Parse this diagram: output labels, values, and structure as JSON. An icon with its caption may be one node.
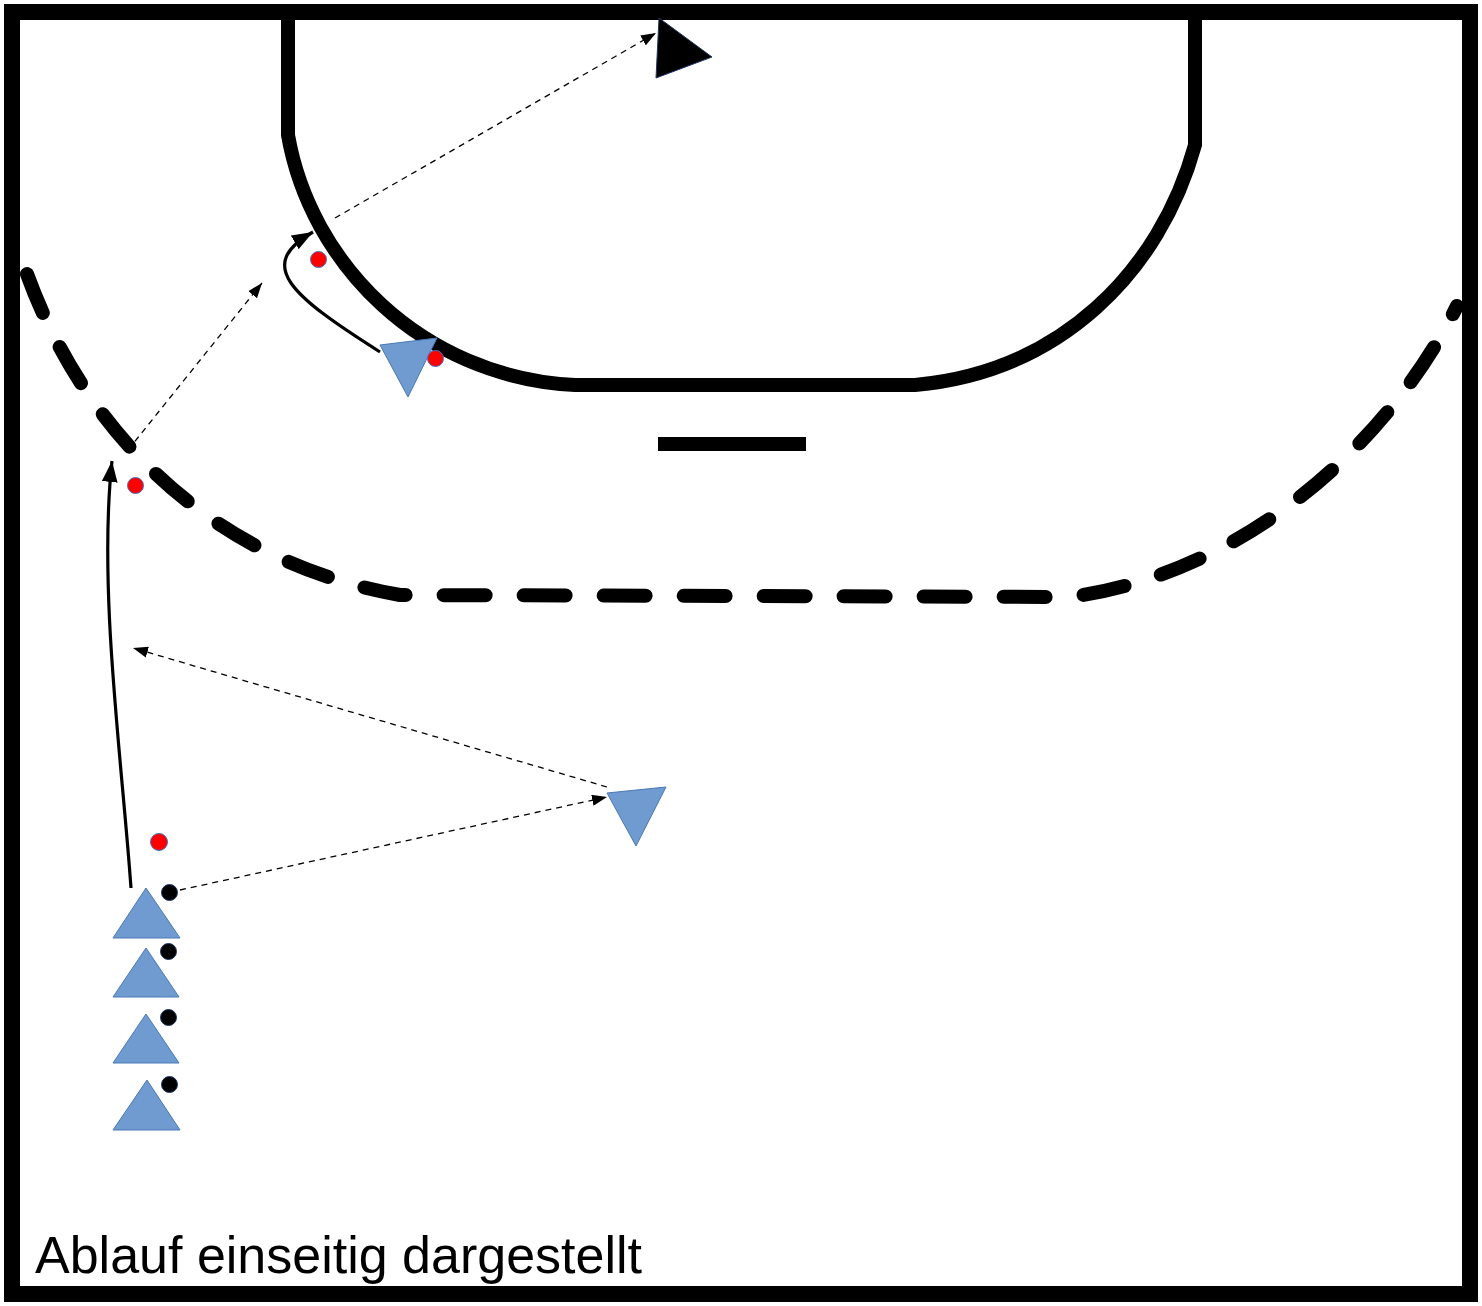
{
  "diagram": {
    "nodes": [
      {
        "text": [],
        "shape": "triangle"
      },
      {
        "text": [],
        "shape": "triangle"
      },
      {
        "text": [],
        "shape": "triangle"
      },
      {
        "text": [],
        "shape": "triangle"
      },
      {
        "text": [],
        "shape": "triangle"
      },
      {
        "text": [],
        "shape": "triangle"
      },
      {
        "text": [],
        "shape": "triangle"
      }
    ],
    "edges": [
      {
        "from": 0,
        "to": 4,
        "arrow": "to",
        "style": "dashed"
      },
      {
        "from": 4,
        "to": null,
        "arrow": "to",
        "style": "dashed"
      },
      {
        "from": 0,
        "to": null,
        "arrow": "to"
      },
      {
        "from": 5,
        "to": null,
        "arrow": "to"
      },
      {
        "from": null,
        "to": 6,
        "arrow": "to",
        "style": "dashed"
      }
    ],
    "labels": [
      "Ablauf einseitig dargestellt"
    ]
  }
}
